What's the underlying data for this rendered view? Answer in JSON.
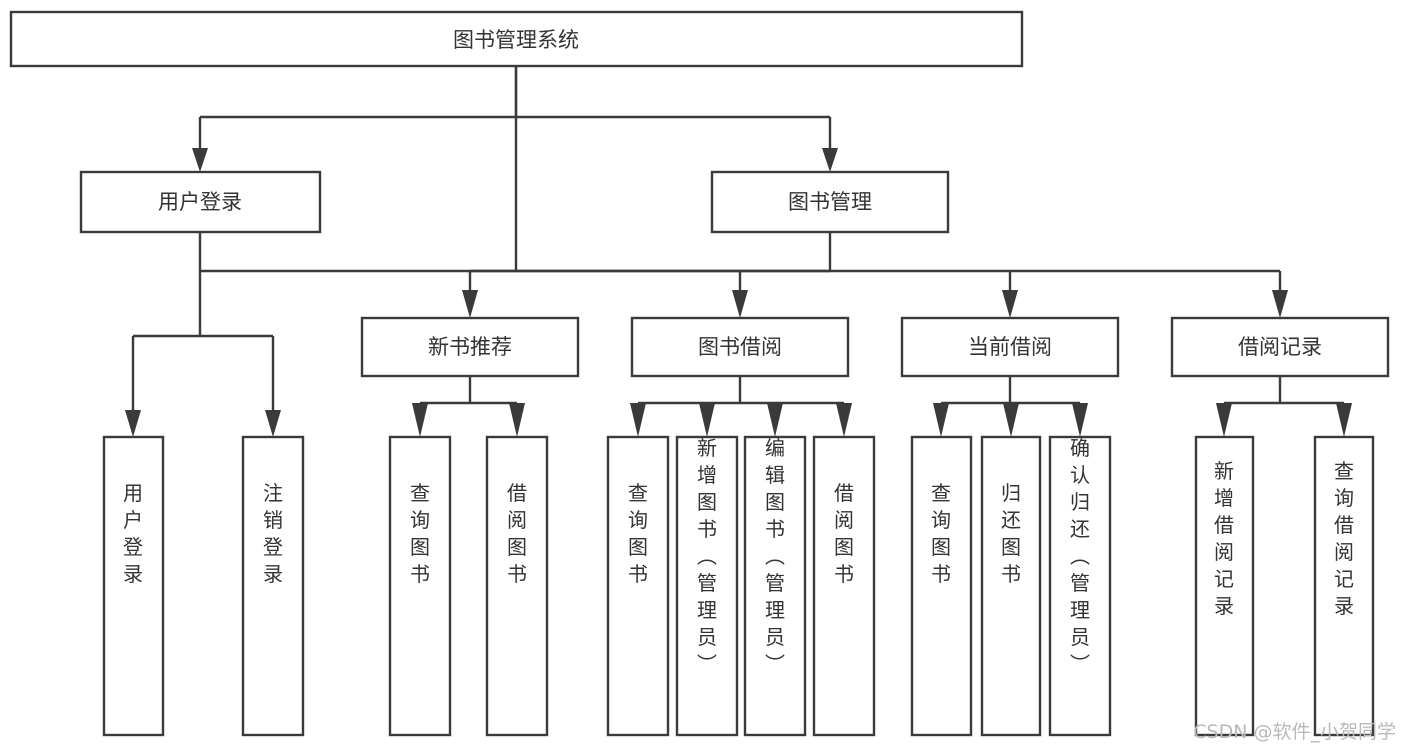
{
  "diagram": {
    "title": "图书管理系统",
    "type": "tree-hierarchy-chart",
    "root": {
      "label": "图书管理系统"
    },
    "level1": [
      {
        "label": "用户登录"
      },
      {
        "label": "图书管理"
      }
    ],
    "level2": [
      {
        "label": "新书推荐",
        "parent": "图书管理"
      },
      {
        "label": "图书借阅",
        "parent": "图书管理"
      },
      {
        "label": "当前借阅",
        "parent": "图书管理"
      },
      {
        "label": "借阅记录",
        "parent": "图书管理"
      }
    ],
    "leaves": {
      "user_login": [
        {
          "label": "用户登录"
        },
        {
          "label": "注销登录"
        }
      ],
      "new_book_recommend": [
        {
          "label": "查询图书"
        },
        {
          "label": "借阅图书"
        }
      ],
      "book_borrow": [
        {
          "label": "查询图书"
        },
        {
          "label": "新增图书（管理员）"
        },
        {
          "label": "编辑图书（管理员）"
        },
        {
          "label": "借阅图书"
        }
      ],
      "current_borrow": [
        {
          "label": "查询图书"
        },
        {
          "label": "归还图书"
        },
        {
          "label": "确认归还（管理员）"
        }
      ],
      "borrow_record": [
        {
          "label": "新增借阅记录"
        },
        {
          "label": "查询借阅记录"
        }
      ]
    },
    "watermark": "CSDN @软件_小贺同学",
    "colors": {
      "box_stroke": "#3a3a3a",
      "box_fill": "#ffffff",
      "text": "#333333",
      "watermark": "#b9b9b9",
      "background": "#ffffff"
    }
  }
}
